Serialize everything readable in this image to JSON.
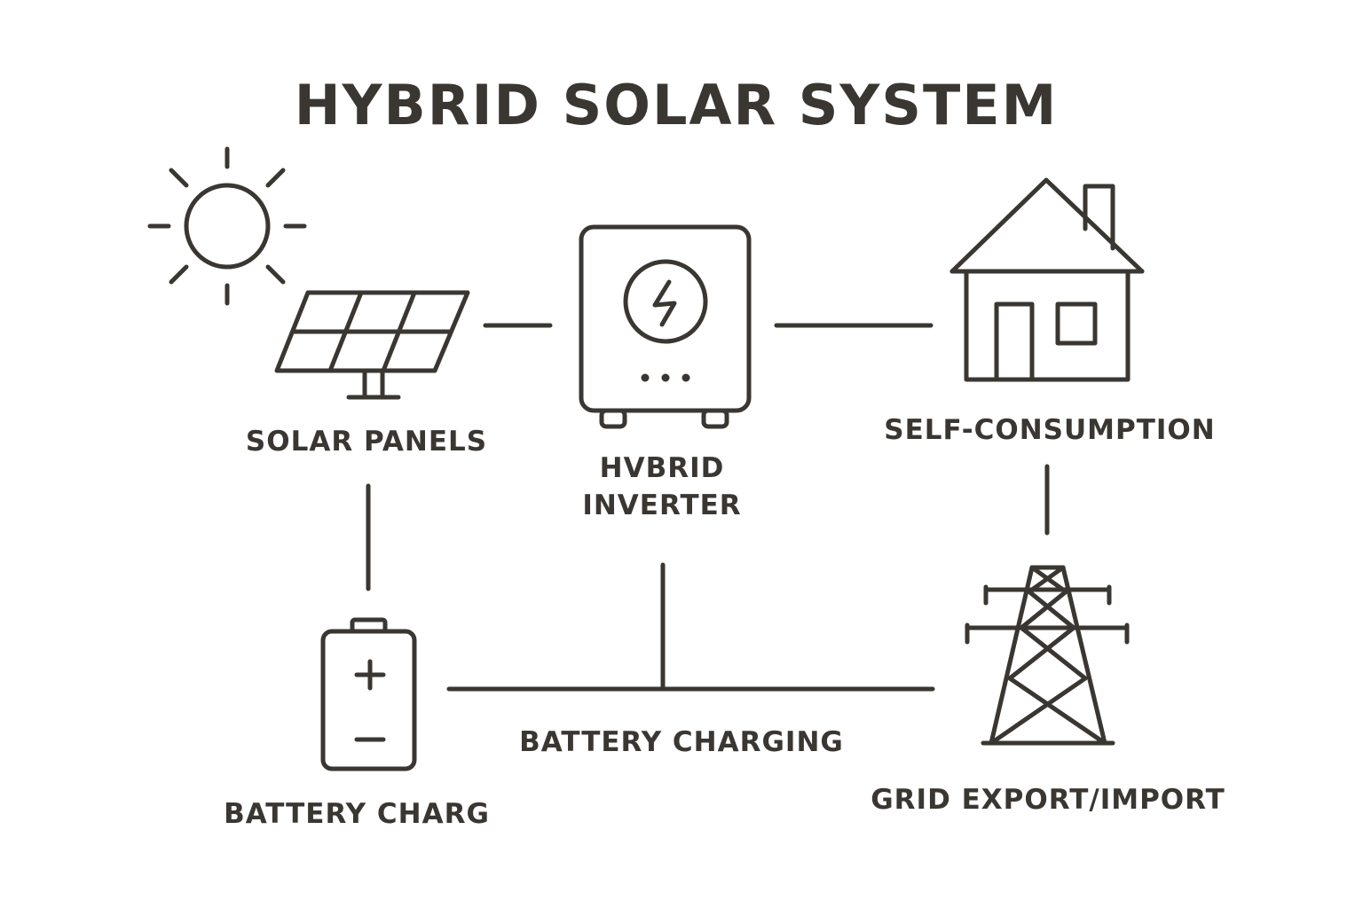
{
  "title": "HYBRID SOLAR SYSTEM",
  "colors": {
    "ink": "#3a3631",
    "background": "#ffffff"
  },
  "nodes": {
    "solar_panels": {
      "label": "SOLAR PANELS",
      "icon": "solar-panel-icon"
    },
    "sun": {
      "icon": "sun-icon"
    },
    "inverter": {
      "label_line1": "HVBRID",
      "label_line2": "INVERTER",
      "icon": "inverter-icon"
    },
    "house": {
      "label": "SELF-CONSUMPTION",
      "icon": "house-icon"
    },
    "battery": {
      "label": "BATTERY CHARG",
      "icon": "battery-icon"
    },
    "grid": {
      "label": "GRID EXPORT/IMPORT",
      "icon": "transmission-tower-icon"
    }
  },
  "edges": {
    "flow_label": "BATTERY CHARGING"
  }
}
